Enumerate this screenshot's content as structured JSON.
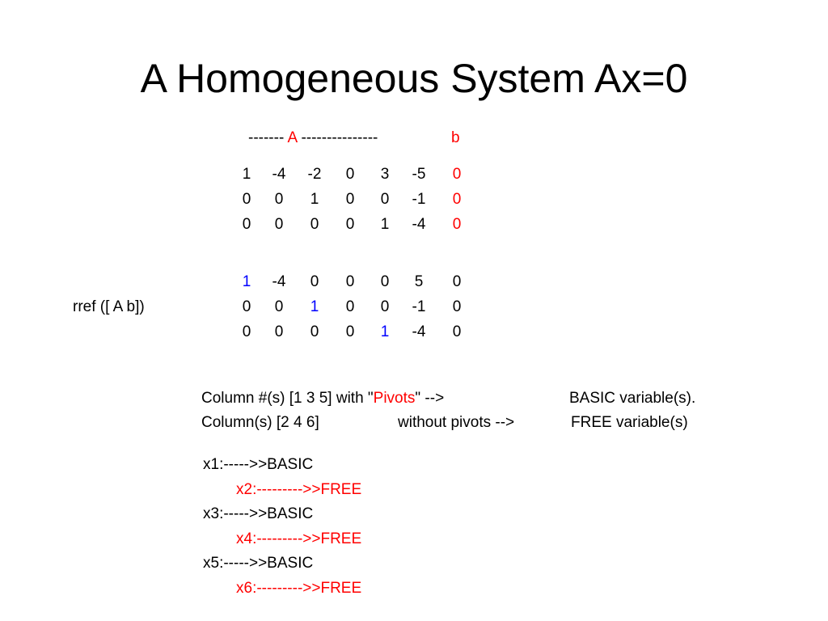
{
  "colors": {
    "text": "#000000",
    "red": "#ff0000",
    "blue": "#0000ff",
    "background": "#ffffff"
  },
  "title": "A Homogeneous System Ax=0",
  "header": {
    "left_dashes": "-------",
    "A": "A",
    "right_dashes": "---------------",
    "b": "b"
  },
  "matrix": {
    "rows": [
      [
        "1",
        "-4",
        "-2",
        "0",
        "3",
        "-5",
        "0"
      ],
      [
        "0",
        "0",
        "1",
        "0",
        "0",
        "-1",
        "0"
      ],
      [
        "0",
        "0",
        "0",
        "0",
        "1",
        "-4",
        "0"
      ]
    ]
  },
  "rref": {
    "label": "rref ([ A b])",
    "rows": [
      [
        "1",
        "-4",
        "0",
        "0",
        "0",
        "5",
        "0"
      ],
      [
        "0",
        "0",
        "1",
        "0",
        "0",
        "-1",
        "0"
      ],
      [
        "0",
        "0",
        "0",
        "0",
        "1",
        "-4",
        "0"
      ]
    ],
    "pivot_positions": [
      [
        0,
        0
      ],
      [
        1,
        2
      ],
      [
        2,
        4
      ]
    ]
  },
  "explanation": {
    "line1_pre": "Column #(s) [1  3  5] with \"",
    "line1_pivots": "Pivots",
    "line1_post": "\"  -->",
    "line1_right": "BASIC variable(s).",
    "line2_left": "Column(s) [2  4  6]",
    "line2_mid": "without pivots -->",
    "line2_right": "FREE variable(s)"
  },
  "variables": [
    {
      "text": "x1:----->>BASIC",
      "kind": "basic"
    },
    {
      "text": "x2:--------->>FREE",
      "kind": "free"
    },
    {
      "text": "x3:----->>BASIC",
      "kind": "basic"
    },
    {
      "text": "x4:--------->>FREE",
      "kind": "free"
    },
    {
      "text": "x5:----->>BASIC",
      "kind": "basic"
    },
    {
      "text": "x6:--------->>FREE",
      "kind": "free"
    }
  ]
}
